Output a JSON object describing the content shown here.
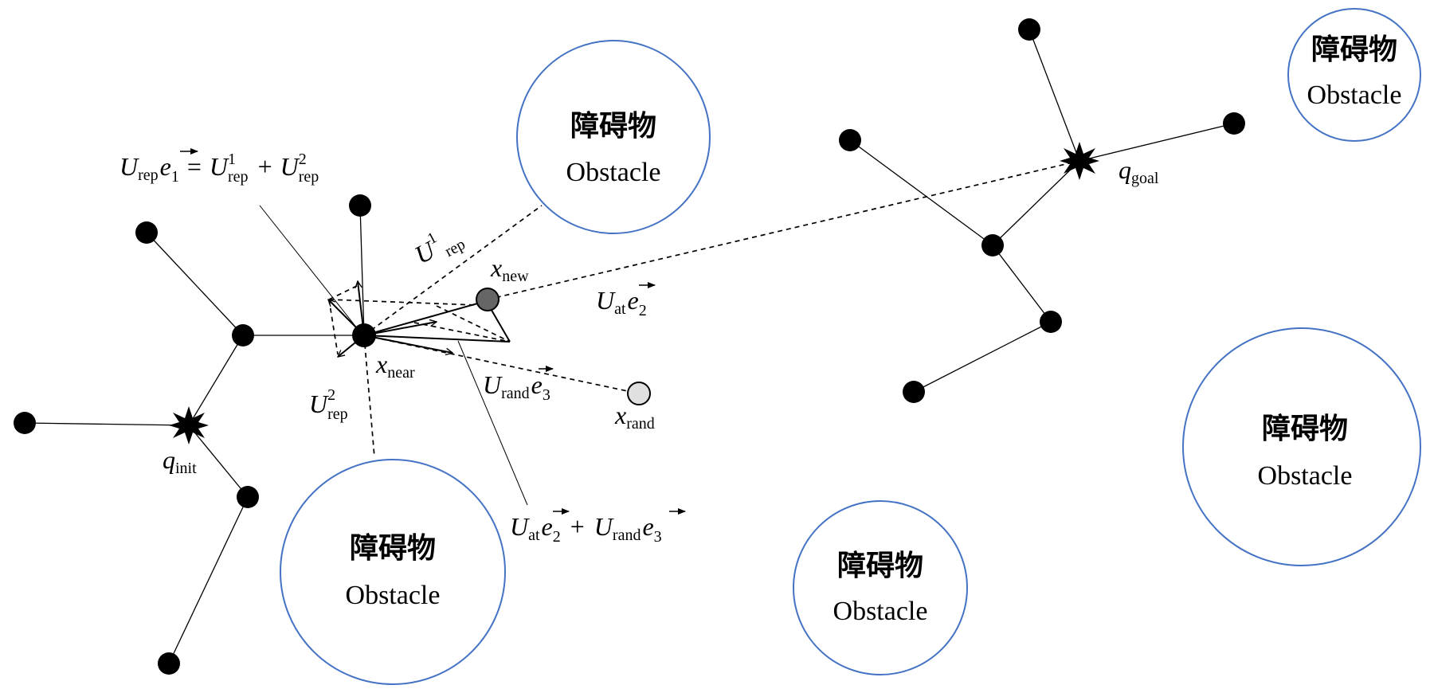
{
  "obstacle": {
    "zh": "障碍物",
    "en": "Obstacle",
    "stroke_color": "#4472c4"
  },
  "labels": {
    "rep_sum": {
      "u": "U",
      "rep": "rep",
      "e": "e",
      "e_sub": "1",
      "eq": "=",
      "sup1": "1",
      "sup2": "2",
      "plus": "+"
    },
    "u_rep1": {
      "u": "U",
      "sup": "1",
      "sub": "rep"
    },
    "u_rep2": {
      "u": "U",
      "sup": "2",
      "sub": "rep"
    },
    "x_new": {
      "x": "x",
      "sub": "new"
    },
    "x_near": {
      "x": "x",
      "sub": "near"
    },
    "x_rand": {
      "x": "x",
      "sub": "rand"
    },
    "u_at_e2": {
      "u": "U",
      "sub": "at",
      "e": "e",
      "e_sub": "2"
    },
    "u_rand_e3": {
      "u": "U",
      "sub": "rand",
      "e": "e",
      "e_sub": "3"
    },
    "sum_at_rand": {
      "u": "U",
      "sub1": "at",
      "e": "e",
      "e_sub1": "2",
      "plus": "+",
      "sub2": "rand",
      "e_sub2": "3"
    },
    "q_init": {
      "q": "q",
      "sub": "init"
    },
    "q_goal": {
      "q": "q",
      "sub": "goal"
    }
  },
  "colors": {
    "line": "#000000",
    "node_fill": "#000000",
    "x_new_fill": "#666666",
    "x_rand_fill": "#e0e0e0"
  }
}
